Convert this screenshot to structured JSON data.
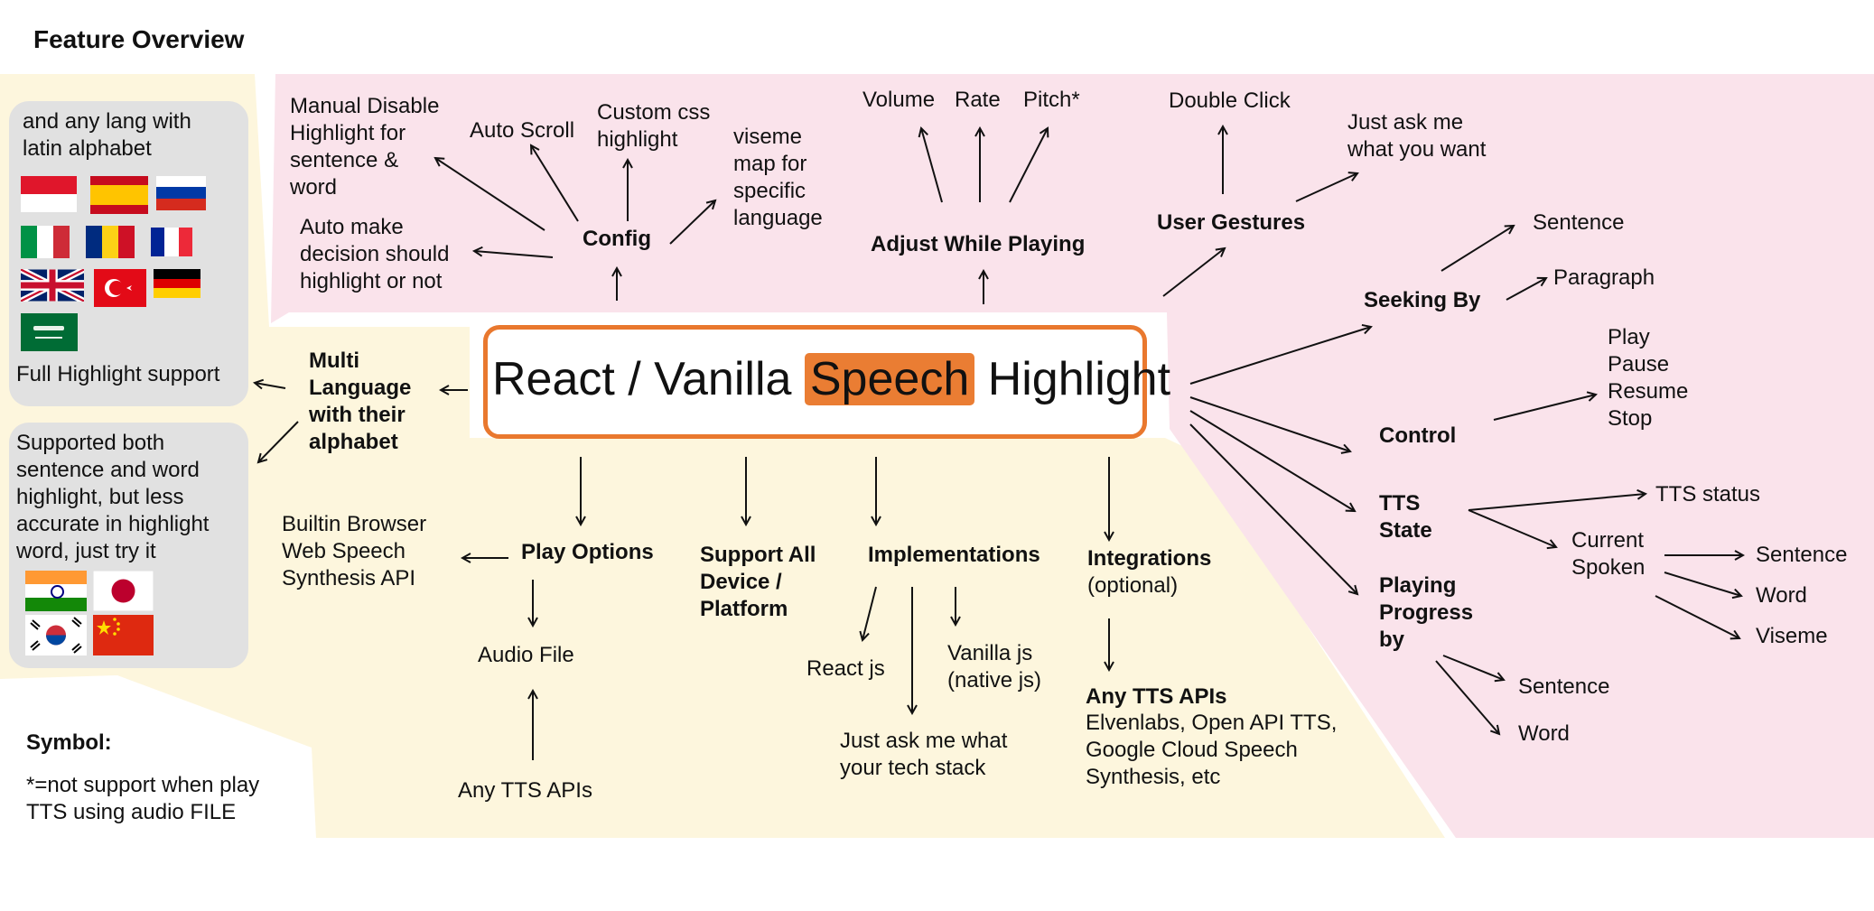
{
  "title": "Feature Overview",
  "center": {
    "pre": "React / Vanilla ",
    "highlight": "Speech",
    "post": " Highlight"
  },
  "colors": {
    "pink": "#fae3eb",
    "yellow": "#fdf6dd",
    "panel": "#e1e1e1",
    "accent": "#ea7d33"
  },
  "config": {
    "label": "Config",
    "manual_disable": "Manual Disable\nHighlight for\nsentence &\nword",
    "auto_scroll": "Auto Scroll",
    "custom_css": "Custom css\nhighlight",
    "viseme": "viseme\nmap for\nspecific\nlanguage",
    "auto_decision": "Auto make\ndecision should\nhighlight or not"
  },
  "adjust": {
    "label": "Adjust While Playing",
    "volume": "Volume",
    "rate": "Rate",
    "pitch": "Pitch*"
  },
  "gestures": {
    "label": "User Gestures",
    "double_click": "Double Click",
    "ask": "Just ask me\nwhat you want"
  },
  "seeking": {
    "label": "Seeking By",
    "sentence": "Sentence",
    "paragraph": "Paragraph"
  },
  "control": {
    "label": "Control",
    "items": "Play\nPause\nResume\nStop"
  },
  "tts_state": {
    "label": "TTS\nState",
    "status": "TTS status",
    "current": "Current\nSpoken",
    "sentence": "Sentence",
    "word": "Word",
    "viseme": "Viseme"
  },
  "progress": {
    "label": "Playing\nProgress\nby",
    "sentence": "Sentence",
    "word": "Word"
  },
  "language": {
    "label": "Multi\nLanguage\nwith their\nalphabet",
    "latin_note": "and any lang with\nlatin alphabet",
    "full_support": "Full Highlight support",
    "partial_note": "Supported both\nsentence and word\nhighlight, but less\naccurate in highlight\nword, just try it",
    "flags_latin": [
      "Indonesia",
      "Spain",
      "Russia",
      "Italy",
      "Romania",
      "France",
      "United Kingdom",
      "Turkey",
      "Germany",
      "Saudi Arabia"
    ],
    "flags_other": [
      "India",
      "Japan",
      "South Korea",
      "China"
    ]
  },
  "play_options": {
    "label": "Play Options",
    "browser": "Builtin Browser\nWeb Speech\nSynthesis API",
    "audio": "Audio File",
    "apis": "Any TTS APIs"
  },
  "support": {
    "label": "Support All\nDevice /\nPlatform"
  },
  "implementations": {
    "label": "Implementations",
    "react": "React js",
    "vanilla": "Vanilla js\n(native js)",
    "ask": "Just ask me what\nyour tech stack"
  },
  "integrations": {
    "label": "Integrations",
    "optional": "(optional)",
    "apis_label": "Any TTS APIs",
    "apis_list": "Elvenlabs, Open API TTS,\nGoogle Cloud Speech\nSynthesis, etc"
  },
  "symbol": {
    "label": "Symbol:",
    "note": "*=not support when play\nTTS using audio FILE"
  }
}
